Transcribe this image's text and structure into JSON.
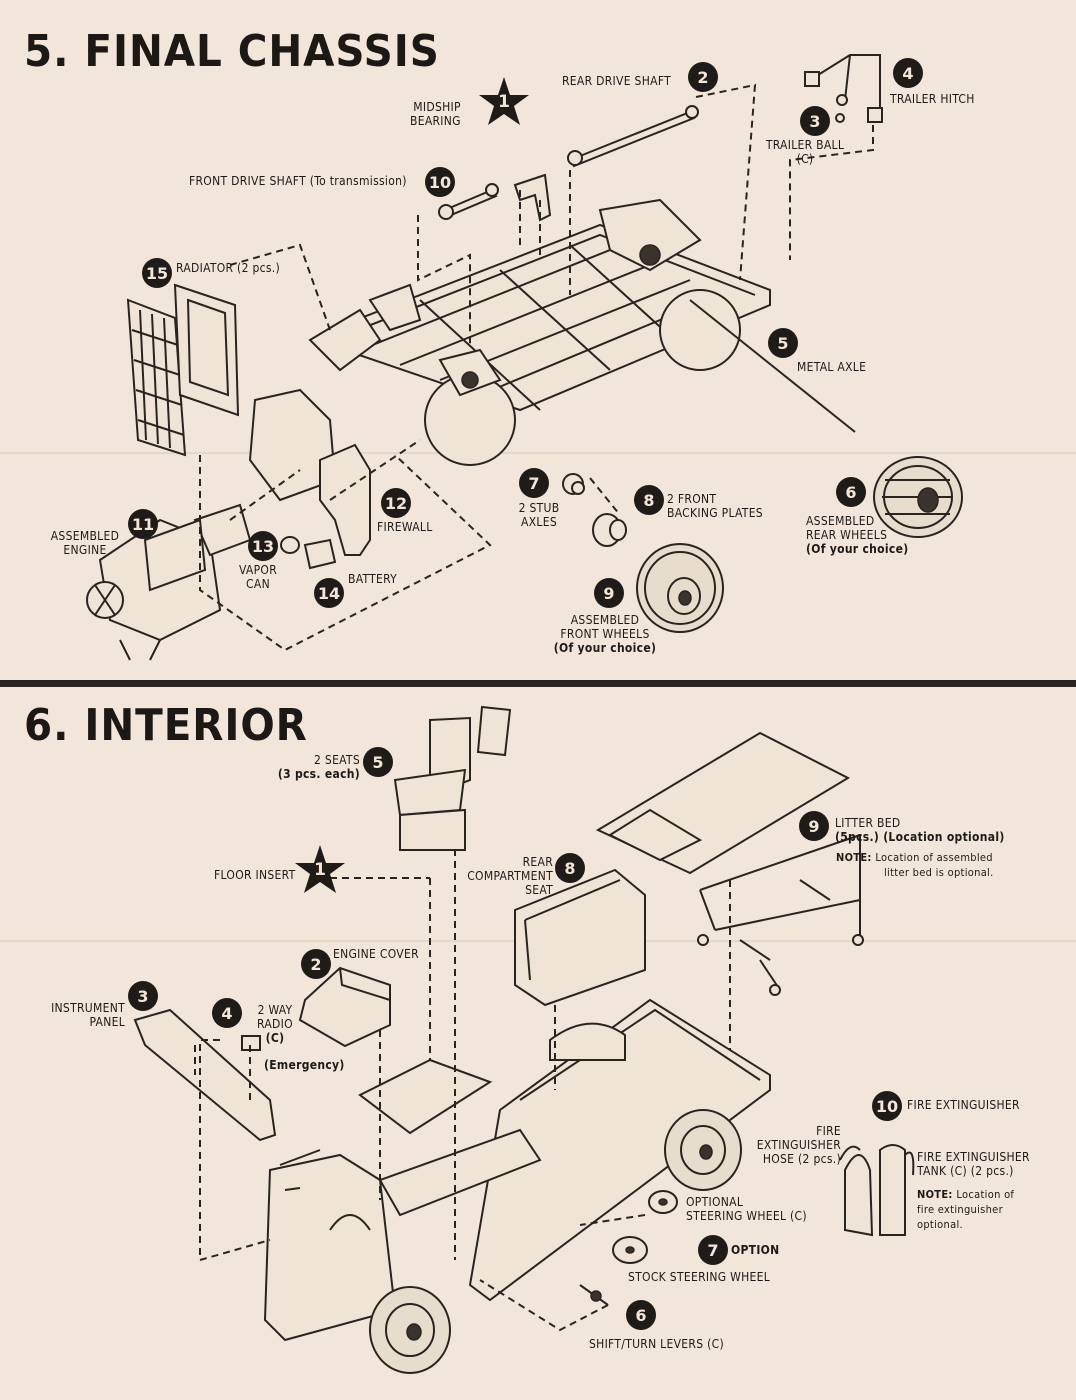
{
  "sections": {
    "final_chassis": {
      "title": "5. FINAL CHASSIS",
      "parts": [
        {
          "num": "1",
          "lines": [
            "MIDSHIP",
            "BEARING"
          ]
        },
        {
          "num": "2",
          "lines": [
            "REAR DRIVE SHAFT"
          ]
        },
        {
          "num": "3",
          "lines": [
            "TRAILER BALL",
            "(C)"
          ]
        },
        {
          "num": "4",
          "lines": [
            "TRAILER HITCH"
          ]
        },
        {
          "num": "5",
          "lines": [
            "METAL AXLE"
          ]
        },
        {
          "num": "6",
          "lines": [
            "ASSEMBLED",
            "REAR WHEELS",
            "(Of your choice)"
          ]
        },
        {
          "num": "7",
          "lines": [
            "2 STUB",
            "AXLES"
          ]
        },
        {
          "num": "8",
          "lines": [
            "2 FRONT",
            "BACKING PLATES"
          ]
        },
        {
          "num": "9",
          "lines": [
            "ASSEMBLED",
            "FRONT WHEELS",
            "(Of your choice)"
          ]
        },
        {
          "num": "10",
          "lines": [
            "FRONT DRIVE SHAFT (To transmission)"
          ]
        },
        {
          "num": "11",
          "lines": [
            "ASSEMBLED",
            "ENGINE"
          ]
        },
        {
          "num": "12",
          "lines": [
            "FIREWALL"
          ]
        },
        {
          "num": "13",
          "lines": [
            "VAPOR",
            "CAN"
          ]
        },
        {
          "num": "14",
          "lines": [
            "BATTERY"
          ]
        },
        {
          "num": "15",
          "lines": [
            "RADIATOR (2 pcs.)"
          ]
        }
      ]
    },
    "interior": {
      "title": "6. INTERIOR",
      "parts": [
        {
          "num": "1",
          "lines": [
            "FLOOR INSERT"
          ]
        },
        {
          "num": "2",
          "lines": [
            "ENGINE COVER"
          ]
        },
        {
          "num": "3",
          "lines": [
            "INSTRUMENT",
            "PANEL"
          ]
        },
        {
          "num": "4",
          "lines": [
            "2 WAY",
            "RADIO",
            "(C)",
            "(Emergency)"
          ]
        },
        {
          "num": "5",
          "lines": [
            "2 SEATS",
            "(3 pcs. each)"
          ]
        },
        {
          "num": "6",
          "lines": [
            "SHIFT/TURN LEVERS (C)"
          ]
        },
        {
          "num": "7",
          "lines": [
            "OPTION"
          ]
        },
        {
          "num": "8",
          "lines": [
            "REAR",
            "COMPARTMENT",
            "SEAT"
          ]
        },
        {
          "num": "9",
          "lines": [
            "LITTER BED",
            "(5pcs.) (Location optional)"
          ]
        },
        {
          "num": "10",
          "lines": [
            "FIRE EXTINGUISHER"
          ]
        }
      ],
      "extra_labels": {
        "optional_steering": [
          "OPTIONAL",
          "STEERING WHEEL (C)"
        ],
        "stock_steering": "STOCK STEERING WHEEL",
        "hose": [
          "FIRE",
          "EXTINGUISHER",
          "HOSE (2 pcs.)"
        ],
        "tank": [
          "FIRE EXTINGUISHER",
          "TANK (C) (2 pcs.)"
        ]
      },
      "notes": {
        "litter": {
          "key": "NOTE:",
          "lines": [
            "Location of assembled",
            "litter bed is optional."
          ]
        },
        "extinguisher": {
          "key": "NOTE:",
          "lines": [
            "Location of",
            "fire extinguisher",
            "optional."
          ]
        }
      }
    }
  }
}
